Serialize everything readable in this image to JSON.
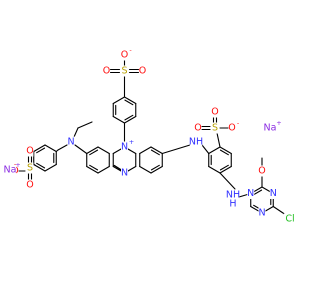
{
  "molecule": {
    "elements": {
      "N": "N",
      "O": "O",
      "S": "S",
      "Cl": "Cl",
      "Na": "Na",
      "H": "H",
      "NH": "NH",
      "NPlus": "N+"
    },
    "charges": {
      "plus": "+",
      "minus": "-"
    },
    "colors": {
      "bond": "#000000",
      "carbon": "#000000",
      "nitrogen": "#3030ff",
      "oxygen": "#ff0d0d",
      "sulfur": "#b8a000",
      "chlorine": "#1fbf1f",
      "sodium": "#8a2be2"
    }
  }
}
